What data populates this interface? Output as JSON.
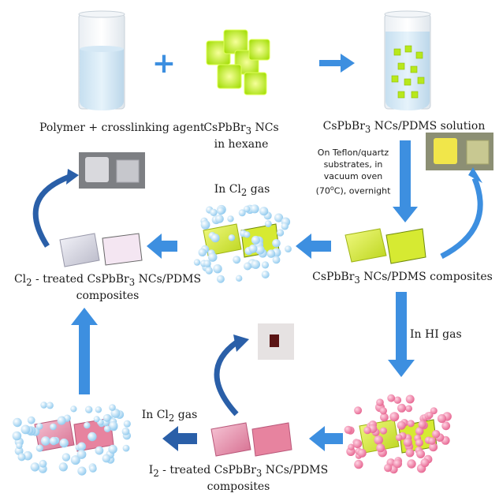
{
  "labels": {
    "polymer": "Polymer + crosslinking agent",
    "nc_line1": "CsPbBr",
    "nc_sub1": "3",
    "nc_tail1": " NCs",
    "nc_line2": "in hexane",
    "solution_pre": "CsPbBr",
    "solution_sub": "3",
    "solution_tail": " NCs/PDMS solution",
    "process_lines": [
      "On Teflon/quartz",
      "substrates, in",
      "vacuum oven",
      "(70",
      "o",
      "C), overnight"
    ],
    "cl2_gas_top_pre": "In Cl",
    "cl2_gas_top_sub": "2",
    "cl2_gas_top_tail": " gas",
    "composites_pre": "CsPbBr",
    "composites_sub": "3",
    "composites_tail": " NCs/PDMS composites",
    "cl2_treated_a": "Cl",
    "cl2_treated_sub": "2",
    "cl2_treated_b": " - treated CsPbBr",
    "cl2_treated_sub2": "3",
    "cl2_treated_c": " NCs/PDMS",
    "cl2_treated_line2": "composites",
    "hi_gas": "In HI gas",
    "cl2_gas_bottom_pre": "In Cl",
    "cl2_gas_bottom_sub": "2",
    "cl2_gas_bottom_tail": " gas",
    "i2_treated_a": "I",
    "i2_treated_sub": "2",
    "i2_treated_b": " - treated CsPbBr",
    "i2_treated_sub2": "3",
    "i2_treated_c": " NCs/PDMS",
    "i2_treated_line2": "composites",
    "plus": "+"
  },
  "colors": {
    "arrow_blue": "#3d8fe0",
    "arrow_dark": "#2a5fa8",
    "yellow_film": "#d8ec2a",
    "pink_film": "#e07a9a",
    "white_film": "#dcdce6",
    "cl2_bubble": "#a9d8f3",
    "hi_bubble": "#ee8ab0",
    "nc_green": "#b8e81c"
  }
}
